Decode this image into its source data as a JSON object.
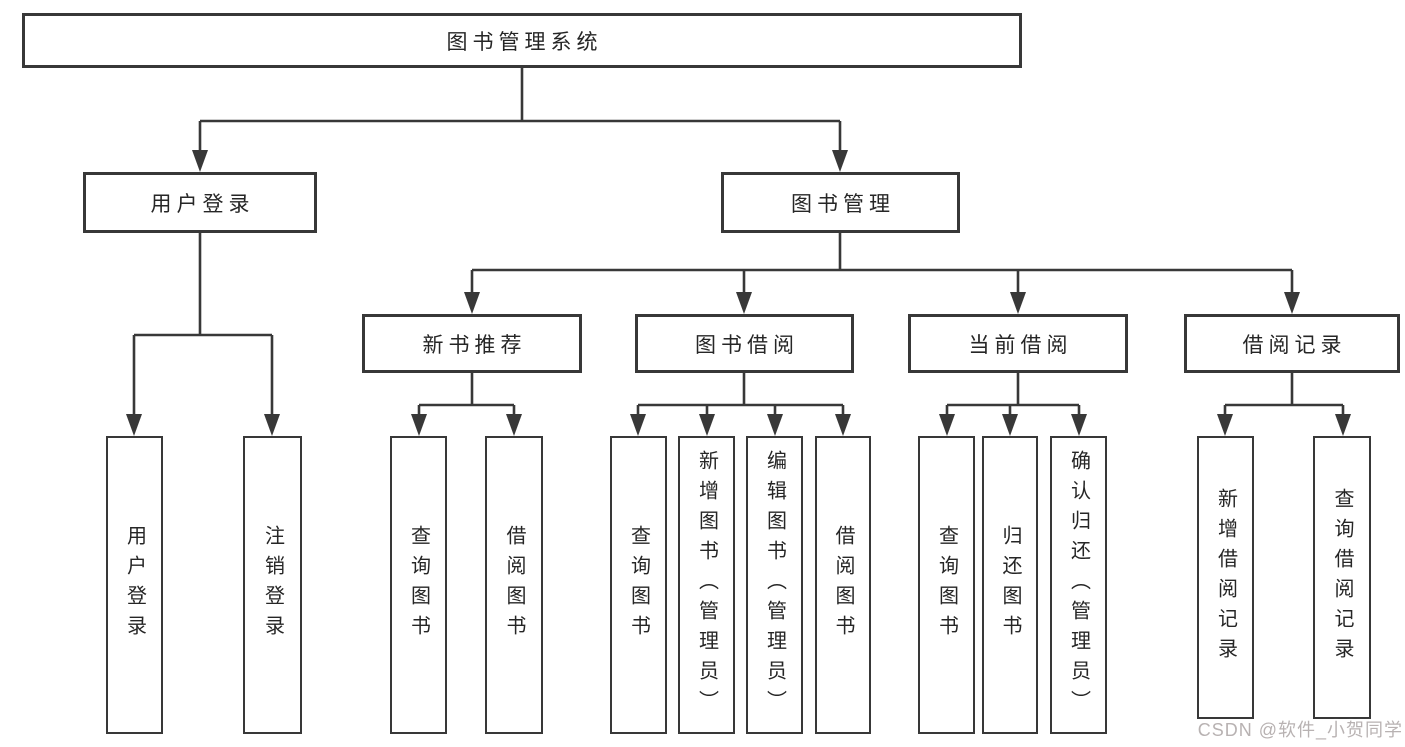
{
  "diagram": {
    "title": "图书管理系统",
    "level2": {
      "login": "用户登录",
      "manage": "图书管理"
    },
    "level3": {
      "recommend": "新书推荐",
      "borrow": "图书借阅",
      "current": "当前借阅",
      "records": "借阅记录"
    },
    "leaves": {
      "login": [
        "用户登录",
        "注销登录"
      ],
      "recommend": [
        "查询图书",
        "借阅图书"
      ],
      "borrow": [
        "查询图书",
        "新增图书（管理员）",
        "编辑图书（管理员）",
        "借阅图书"
      ],
      "current": [
        "查询图书",
        "归还图书",
        "确认归还（管理员）"
      ],
      "records": [
        "新增借阅记录",
        "查询借阅记录"
      ]
    }
  },
  "watermark": "CSDN @软件_小贺同学",
  "colors": {
    "line": "#383838",
    "text": "#262626",
    "background": "#ffffff",
    "watermark": "#b8b2b2"
  }
}
